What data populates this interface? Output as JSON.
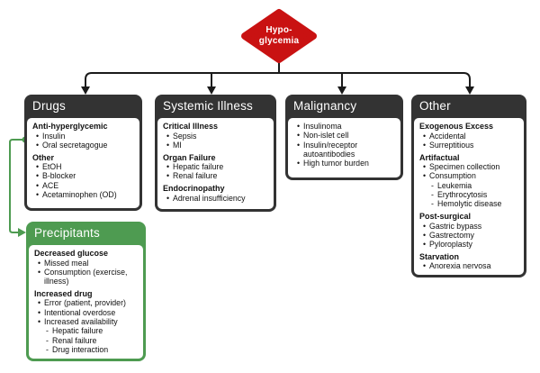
{
  "title": "Hypoglycemia causes flowchart",
  "colors": {
    "red": "#C91212",
    "dark": "#333333",
    "green": "#4E9B51",
    "line": "#1A1A1A",
    "body_bg": "#FFFFFF"
  },
  "diamond": {
    "line1": "Hypo-",
    "line2": "glycemia"
  },
  "boxes": [
    {
      "id": "drugs",
      "title": "Drugs",
      "theme": "dark",
      "sections": [
        {
          "heading": "Anti-hyperglycemic",
          "items": [
            {
              "t": "Insulin"
            },
            {
              "t": "Oral secretagogue"
            }
          ]
        },
        {
          "heading": "Other",
          "items": [
            {
              "t": "EtOH"
            },
            {
              "t": "B-blocker"
            },
            {
              "t": "ACE"
            },
            {
              "t": "Acetaminophen (OD)"
            }
          ]
        }
      ]
    },
    {
      "id": "systemic-illness",
      "title": "Systemic Illness",
      "theme": "dark",
      "sections": [
        {
          "heading": "Critical Illness",
          "items": [
            {
              "t": "Sepsis"
            },
            {
              "t": "MI"
            }
          ]
        },
        {
          "heading": "Organ Failure",
          "items": [
            {
              "t": "Hepatic failure"
            },
            {
              "t": "Renal failure"
            }
          ]
        },
        {
          "heading": "Endocrinopathy",
          "items": [
            {
              "t": "Adrenal insufficiency"
            }
          ]
        }
      ]
    },
    {
      "id": "malignancy",
      "title": "Malignancy",
      "theme": "dark",
      "sections": [
        {
          "heading": "",
          "items": [
            {
              "t": "Insulinoma"
            },
            {
              "t": "Non-islet cell"
            },
            {
              "t": "Insulin/receptor autoantibodies"
            },
            {
              "t": "High tumor burden"
            }
          ]
        }
      ]
    },
    {
      "id": "other",
      "title": "Other",
      "theme": "dark",
      "sections": [
        {
          "heading": "Exogenous Excess",
          "items": [
            {
              "t": "Accidental"
            },
            {
              "t": "Surreptitious"
            }
          ]
        },
        {
          "heading": "Artifactual",
          "items": [
            {
              "t": "Specimen collection"
            },
            {
              "t": "Consumption"
            },
            {
              "t": "Leukemia",
              "sub": true
            },
            {
              "t": "Erythrocytosis",
              "sub": true
            },
            {
              "t": "Hemolytic disease",
              "sub": true
            }
          ]
        },
        {
          "heading": "Post-surgical",
          "items": [
            {
              "t": "Gastric bypass"
            },
            {
              "t": "Gastrectomy"
            },
            {
              "t": "Pyloroplasty"
            }
          ]
        },
        {
          "heading": "Starvation",
          "items": [
            {
              "t": "Anorexia nervosa"
            }
          ]
        }
      ]
    },
    {
      "id": "precipitants",
      "title": "Precipitants",
      "theme": "green",
      "sections": [
        {
          "heading": "Decreased glucose",
          "items": [
            {
              "t": "Missed meal"
            },
            {
              "t": "Consumption (exercise, illness)"
            }
          ]
        },
        {
          "heading": "Increased drug",
          "items": [
            {
              "t": "Error (patient, provider)"
            },
            {
              "t": "Intentional overdose"
            },
            {
              "t": "Increased availability"
            },
            {
              "t": "Hepatic failure",
              "sub": true
            },
            {
              "t": "Renal failure",
              "sub": true
            },
            {
              "t": "Drug interaction",
              "sub": true
            }
          ]
        }
      ]
    }
  ]
}
